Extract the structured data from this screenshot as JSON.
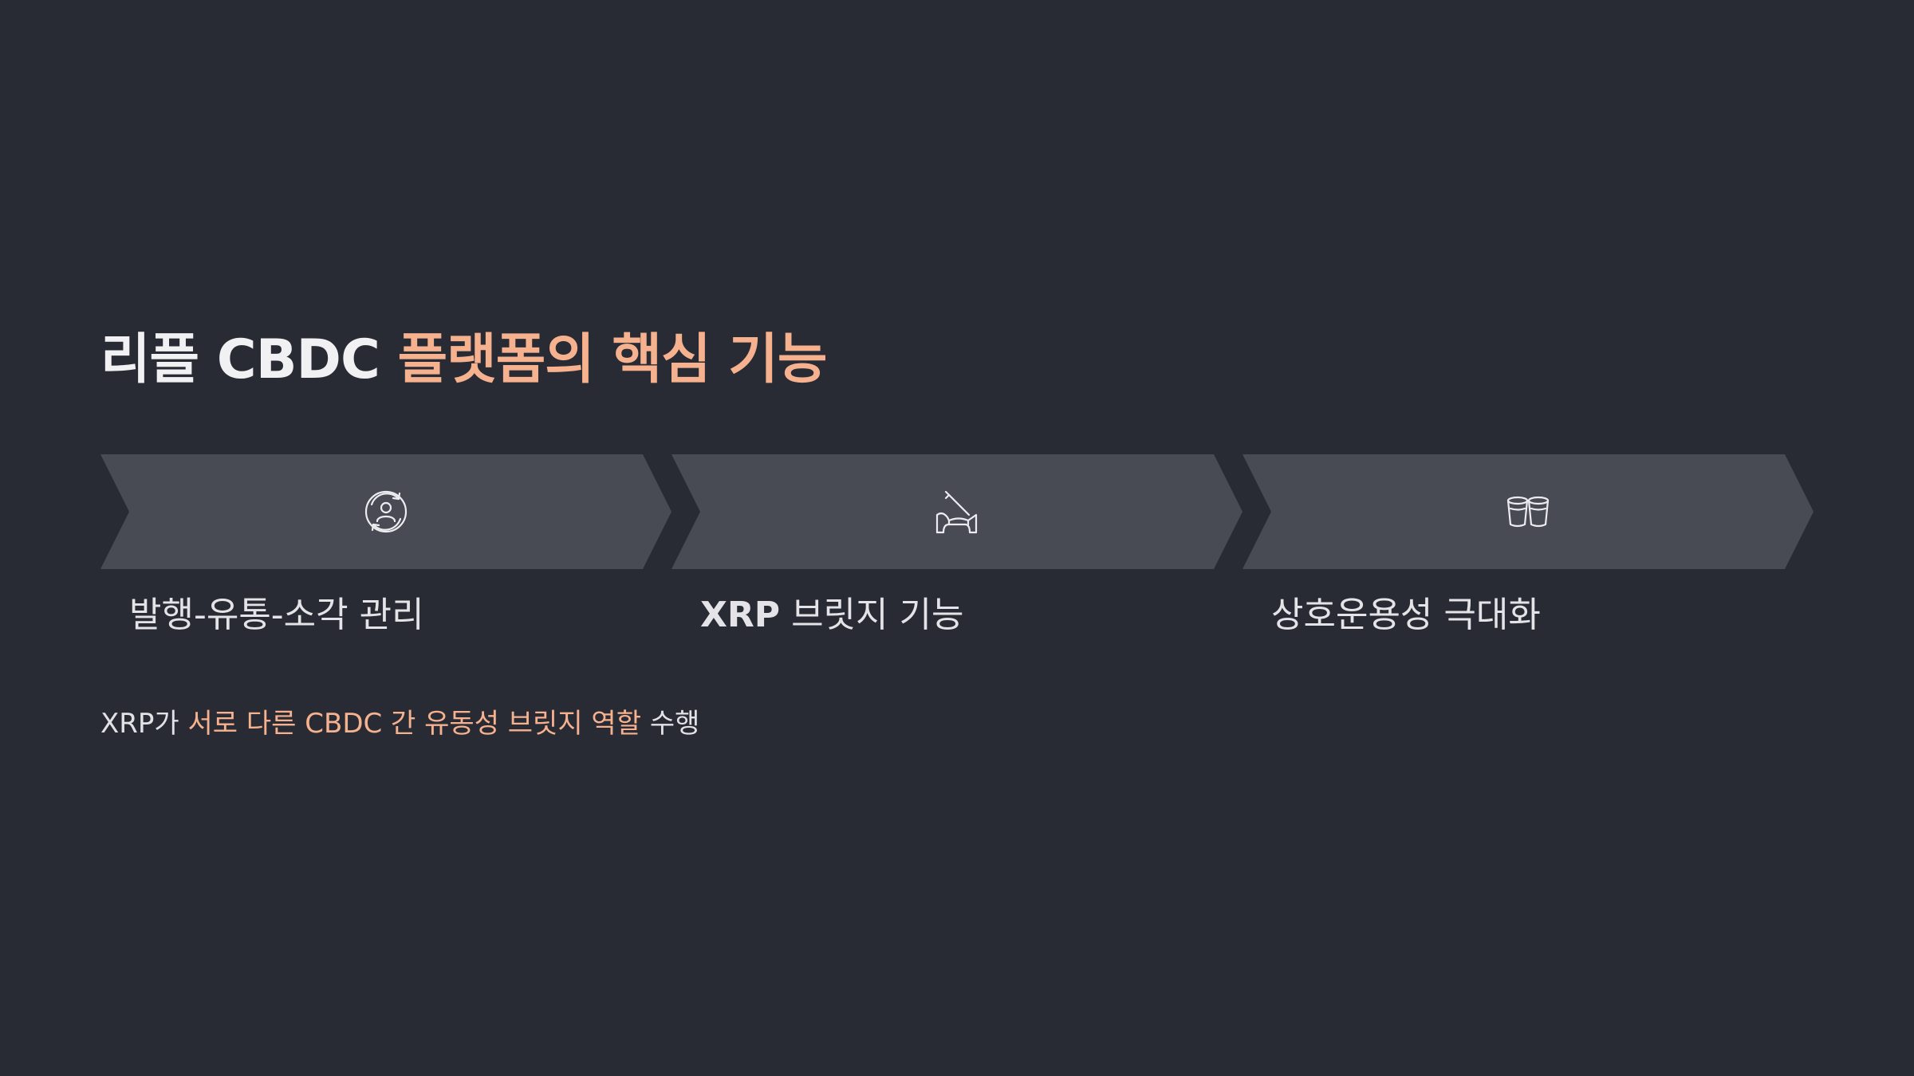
{
  "title": {
    "part1": "리플 CBDC",
    "part2": "플랫폼의 핵심 기능"
  },
  "steps": [
    {
      "icon": "user-cycle-icon",
      "label": "발행-유통-소각 관리"
    },
    {
      "icon": "bridge-icon",
      "label_bold": "XRP",
      "label_rest": "브릿지 기능"
    },
    {
      "icon": "cups-icon",
      "label": "상호운용성 극대화"
    }
  ],
  "description": {
    "lead": "XRP가",
    "highlight": "서로 다른 CBDC 간 유동성 브릿지 역할",
    "tail": "수행"
  },
  "colors": {
    "background": "#282b33",
    "accent": "#f6b28f",
    "chevron": "#484b54",
    "text": "#e4e4e8"
  }
}
